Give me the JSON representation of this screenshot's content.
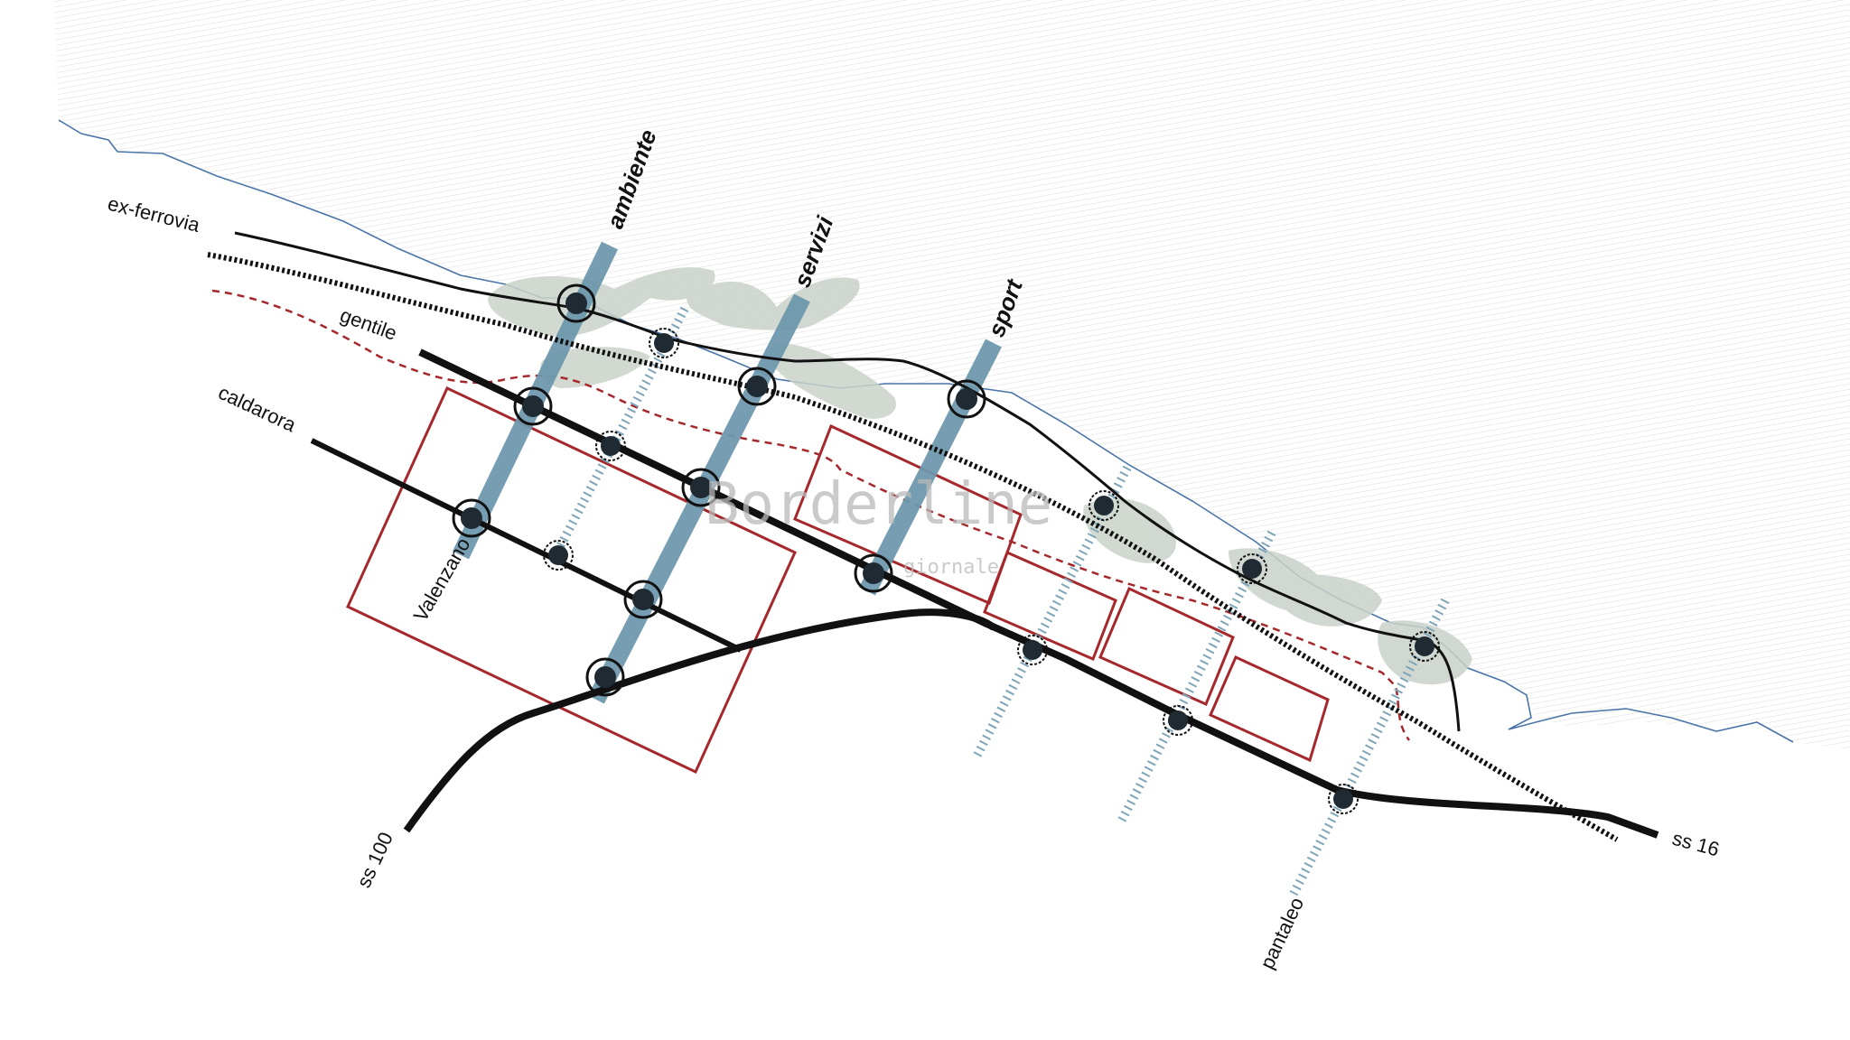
{
  "labels": {
    "ex_ferrovia": "ex-ferrovia",
    "gentile": "gentile",
    "caldarora": "caldarora",
    "valenzano": "Valenzano",
    "ss100": "ss 100",
    "ss16": "ss 16",
    "pantaleo": "pantaleo",
    "ambiente": "ambiente",
    "servizi": "servizi",
    "sport": "sport"
  },
  "watermark": {
    "main": "Borderline",
    "sub": "giornale"
  },
  "colors": {
    "sea_line": "#4a74a8",
    "sea_hatch": "#eeeeee",
    "green_zone": "#c9d2c9",
    "red_outline": "#a5282c",
    "blue_axis": "#6f98ad",
    "hatched_axis": "#7ea5b8",
    "road": "#111111",
    "node": "#1f2a33"
  }
}
